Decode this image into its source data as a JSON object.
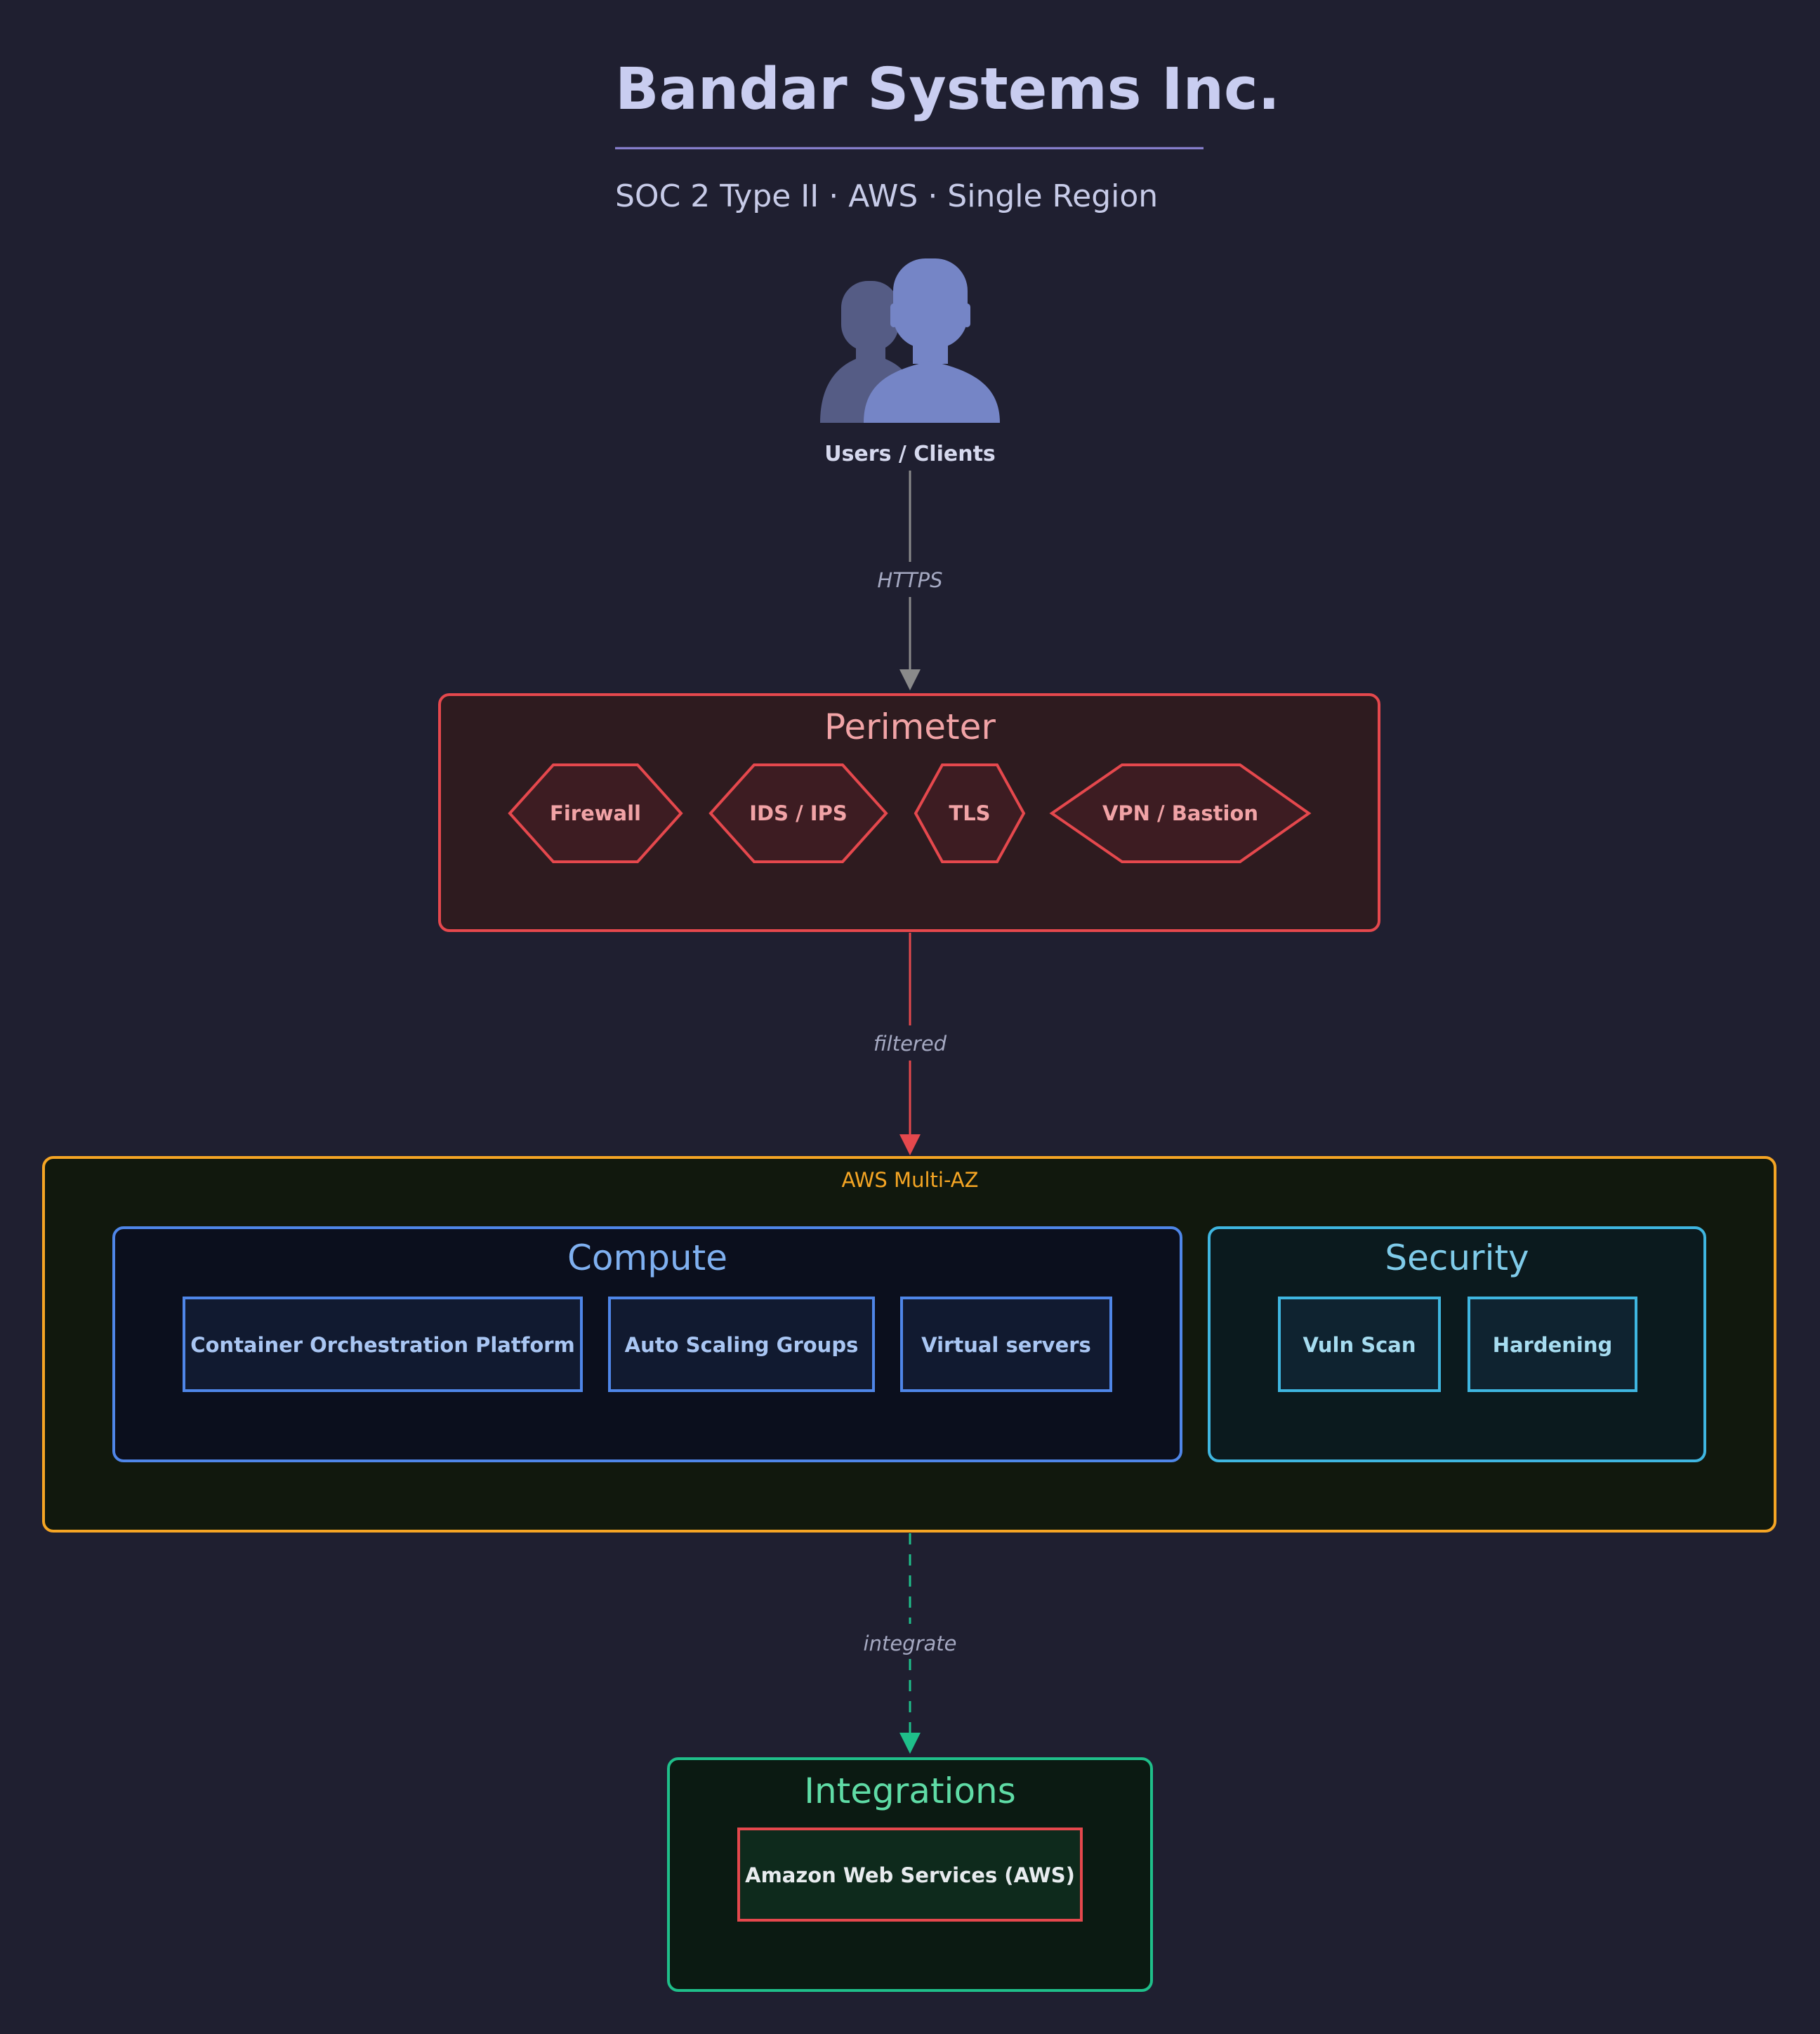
{
  "header": {
    "title": "Bandar Systems Inc.",
    "subtitle": "SOC 2 Type II · AWS · Single Region"
  },
  "users": {
    "label": "Users / Clients",
    "icon": "users-icon"
  },
  "edges": {
    "https": "HTTPS",
    "filtered": "filtered",
    "integrate": "integrate"
  },
  "perimeter": {
    "title": "Perimeter",
    "items": [
      "Firewall",
      "IDS / IPS",
      "TLS",
      "VPN / Bastion"
    ]
  },
  "aws": {
    "title": "AWS Multi-AZ",
    "compute": {
      "title": "Compute",
      "items": [
        "Container Orchestration Platform",
        "Auto Scaling Groups",
        "Virtual servers"
      ]
    },
    "security": {
      "title": "Security",
      "items": [
        "Vuln Scan",
        "Hardening"
      ]
    }
  },
  "integrations": {
    "title": "Integrations",
    "items": [
      "Amazon Web Services (AWS)"
    ]
  },
  "colors": {
    "background": "#1f1f30",
    "perimeter": "#e5484d",
    "aws": "#f5a524",
    "compute": "#4f86e8",
    "security": "#3fb6e0",
    "integrations": "#1fbf8a",
    "https_arrow": "#8a8a8a"
  }
}
